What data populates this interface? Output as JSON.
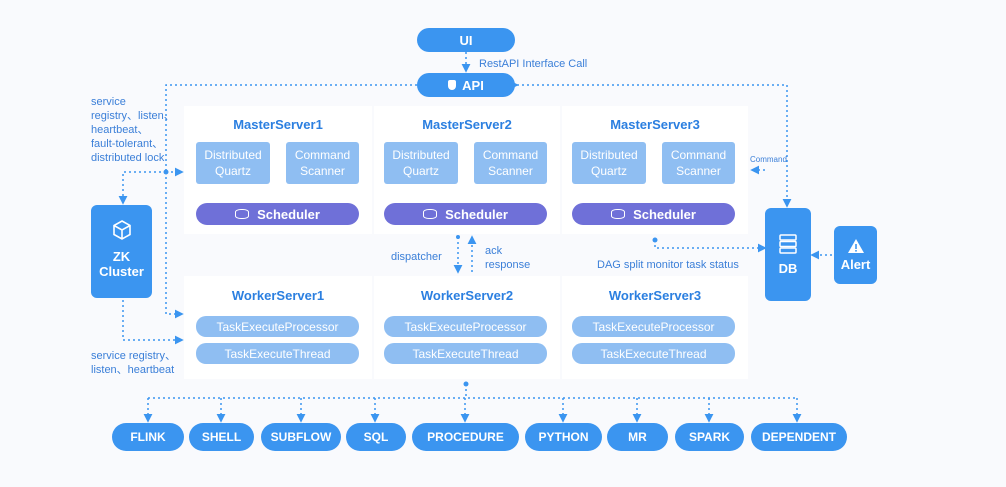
{
  "top": {
    "ui_label": "UI",
    "api_label": "API",
    "restapi_label": "RestAPI Interface Call"
  },
  "left_notes": {
    "registry_note": [
      "service",
      "registry、listen、",
      "heartbeat、",
      "fault-tolerant、",
      "distributed lock"
    ],
    "zk_label_1": "ZK",
    "zk_label_2": "Cluster",
    "worker_note": [
      "service registry、",
      "listen、heartbeat"
    ]
  },
  "masters": [
    {
      "name": "MasterServer1",
      "quartz": [
        "Distributed",
        "Quartz"
      ],
      "scanner": [
        "Command",
        "Scanner"
      ],
      "scheduler": "Scheduler"
    },
    {
      "name": "MasterServer2",
      "quartz": [
        "Distributed",
        "Quartz"
      ],
      "scanner": [
        "Command",
        "Scanner"
      ],
      "scheduler": "Scheduler"
    },
    {
      "name": "MasterServer3",
      "quartz": [
        "Distributed",
        "Quartz"
      ],
      "scanner": [
        "Command",
        "Scanner"
      ],
      "scheduler": "Scheduler"
    }
  ],
  "middle": {
    "dispatcher": "dispatcher",
    "ack_1": "ack",
    "ack_2": "response",
    "dag_note": "DAG split monitor task status",
    "command_note": "Command"
  },
  "workers": [
    {
      "name": "WorkerServer1",
      "processor": "TaskExecuteProcessor",
      "thread": "TaskExecuteThread"
    },
    {
      "name": "WorkerServer2",
      "processor": "TaskExecuteProcessor",
      "thread": "TaskExecuteThread"
    },
    {
      "name": "WorkerServer3",
      "processor": "TaskExecuteProcessor",
      "thread": "TaskExecuteThread"
    }
  ],
  "right": {
    "db_label": "DB",
    "alert_label": "Alert"
  },
  "task_types": [
    "FLINK",
    "SHELL",
    "SUBFLOW",
    "SQL",
    "PROCEDURE",
    "PYTHON",
    "MR",
    "SPARK",
    "DEPENDENT"
  ]
}
